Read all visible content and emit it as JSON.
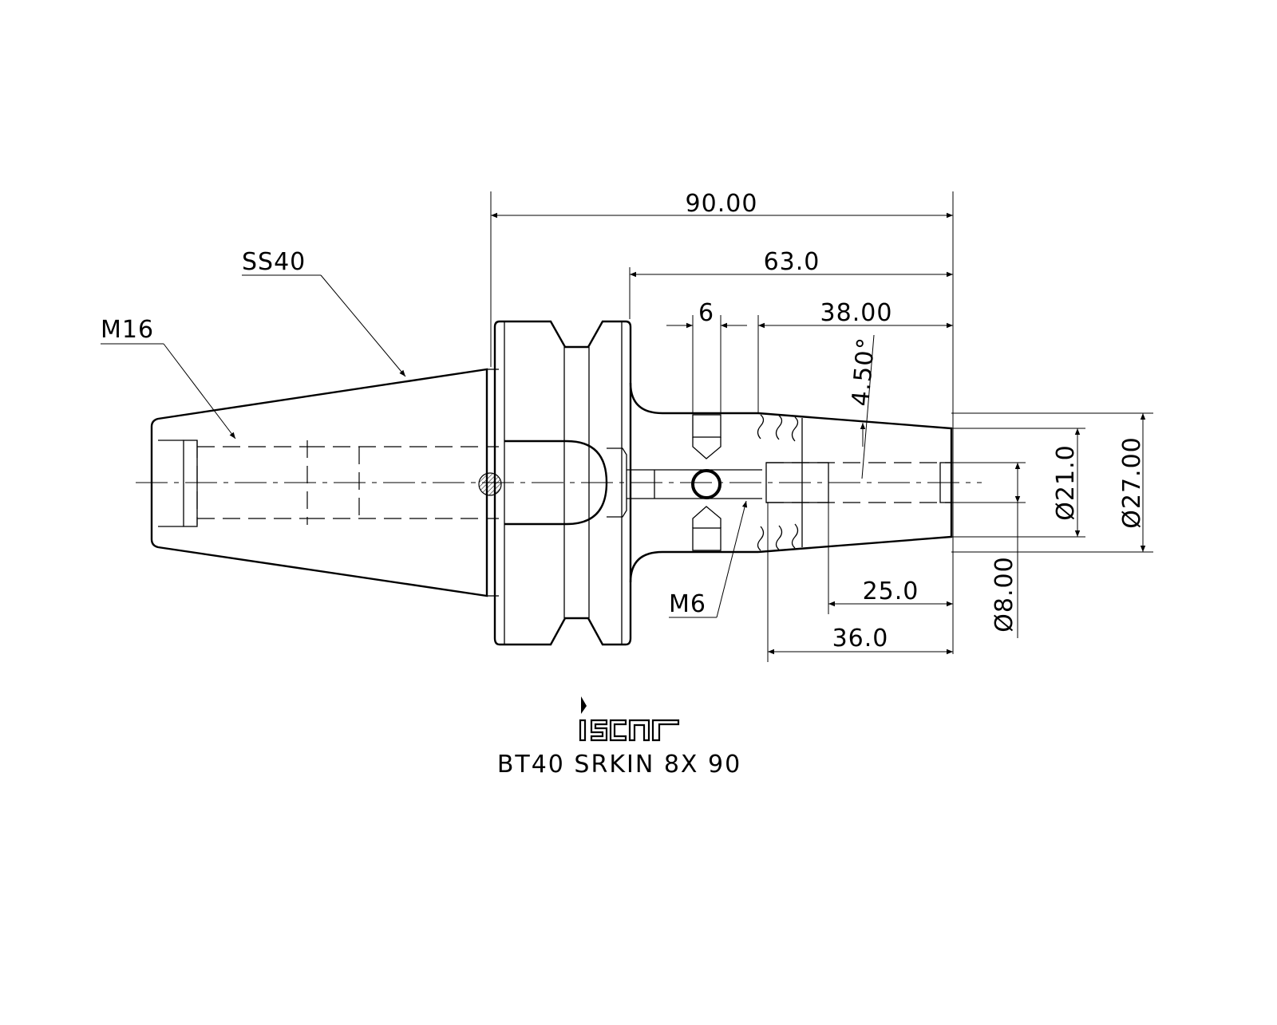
{
  "drawing": {
    "dimensions": {
      "overall_length": "90.00",
      "body_length": "63.0",
      "screw_spacing": "6",
      "nose_length": "38.00",
      "taper_angle": "4.50°",
      "bore_diameter": "Ø21.0",
      "nose_diameter": "Ø27.00",
      "shank_diameter": "Ø8.00",
      "depth_25": "25.0",
      "depth_36": "36.0"
    },
    "callouts": {
      "pull_stud": "SS40",
      "thread": "M16",
      "set_screw": "M6"
    }
  },
  "branding": {
    "logo_text": "iscar",
    "product_code": "BT40 SRKIN 8X 90"
  },
  "colors": {
    "line": "#000000",
    "background": "#ffffff"
  }
}
